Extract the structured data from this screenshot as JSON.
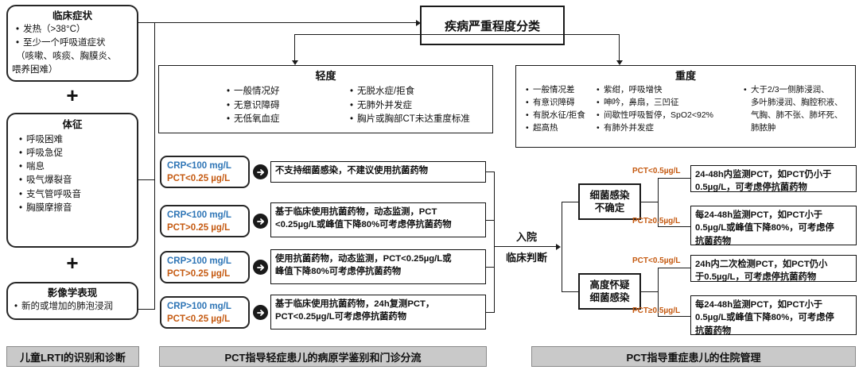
{
  "diagram": {
    "title_box": {
      "label": "疾病严重程度分类"
    },
    "left_column": {
      "clinical_symptoms": {
        "title": "临床症状",
        "items": [
          "发热（>38°C）",
          "至少一个呼吸道症状",
          "（咳嗽、咳痰、胸膜炎、",
          "喂养困难）"
        ]
      },
      "plus1": "+",
      "signs": {
        "title": "体征",
        "items": [
          "呼吸困难",
          "呼吸急促",
          "喘息",
          "吸气爆裂音",
          "支气管呼吸音",
          "胸膜摩擦音"
        ]
      },
      "plus2": "+",
      "imaging": {
        "title": "影像学表现",
        "items": [
          "新的或增加的肺泡浸润"
        ]
      }
    },
    "mild": {
      "title": "轻度",
      "col1": [
        "一般情况好",
        "无意识障碍",
        "无低氧血症"
      ],
      "col2": [
        "无脱水症/拒食",
        "无肺外并发症",
        "胸片或胸部CT未达重度标准"
      ]
    },
    "severe": {
      "title": "重度",
      "col1": [
        "一般情况差",
        "有意识障碍",
        "有脱水征/拒食",
        "超高热"
      ],
      "col2": [
        "紫绀，呼吸增快",
        "呻吟，鼻扇，三凹征",
        "间歇性呼吸暂停，SpO2<92%",
        "有肺外并发症"
      ],
      "col3_bullet": "大于2/3一侧肺浸润、",
      "col3_rest": [
        "多叶肺浸润、胸腔积液、",
        "气胸、肺不张、肺坏死、",
        "肺脓肿"
      ]
    },
    "outpatient_rows": [
      {
        "crp": "CRP<100 mg/L",
        "pct": "PCT<0.25 µg/L",
        "arrow_icon": "right-arrow-circle-icon",
        "recommendation": [
          "不支持细菌感染，不建议使用抗菌药物"
        ]
      },
      {
        "crp": "CRP<100 mg/L",
        "pct": "PCT>0.25 µg/L",
        "arrow_icon": "right-arrow-circle-icon",
        "recommendation": [
          "基于临床使用抗菌药物，动态监测，PCT",
          "<0.25µg/L或峰值下降80%可考虑停抗菌药物"
        ]
      },
      {
        "crp": "CRP>100 mg/L",
        "pct": "PCT>0.25 µg/L",
        "arrow_icon": "right-arrow-circle-icon",
        "recommendation": [
          "使用抗菌药物，动态监测，PCT<0.25µg/L或",
          "峰值下降80%可考虑停抗菌药物"
        ]
      },
      {
        "crp": "CRP>100 mg/L",
        "pct": "PCT<0.25 µg/L",
        "arrow_icon": "right-arrow-circle-icon",
        "recommendation": [
          "基于临床使用抗菌药物，24h复测PCT，",
          "PCT<0.25µg/L可考虑停抗菌药物"
        ]
      }
    ],
    "admission": {
      "top_label": "入院",
      "bottom_label": "临床判断"
    },
    "inpatient_nodes": [
      {
        "label_line1": "细菌感染",
        "label_line2": "不确定"
      },
      {
        "label_line1": "高度怀疑",
        "label_line2": "细菌感染"
      }
    ],
    "inpatient_branches": [
      {
        "edge_label": "PCT<0.5µg/L",
        "recommendation": [
          "24-48h内监测PCT，如PCT仍小于",
          "0.5µg/L，可考虑停抗菌药物"
        ]
      },
      {
        "edge_label": "PCT≥0.5µg/L",
        "recommendation": [
          "每24-48h监测PCT，如PCT小于",
          "0.5µg/L或峰值下降80%，可考虑停",
          "抗菌药物"
        ]
      },
      {
        "edge_label": "PCT<0.5µg/L",
        "recommendation": [
          "24h内二次检测PCT，如PCT仍小",
          "于0.5µg/L，可考虑停抗菌药物"
        ]
      },
      {
        "edge_label": "PCT≥0.5µg/L",
        "recommendation": [
          "每24-48h监测PCT，如PCT小于",
          "0.5µg/L或峰值下降80%，可考虑停",
          "抗菌药物"
        ]
      }
    ],
    "footers": [
      {
        "label": "儿童LRTI的识别和诊断"
      },
      {
        "label": "PCT指导轻症患儿的病原学鉴别和门诊分流"
      },
      {
        "label": "PCT指导重症患儿的住院管理"
      }
    ],
    "colors": {
      "crp_blue": "#2E75B6",
      "pct_orange": "#C55A11",
      "line": "#1a1a1a",
      "footer_bg": "#c9c9c9"
    }
  }
}
